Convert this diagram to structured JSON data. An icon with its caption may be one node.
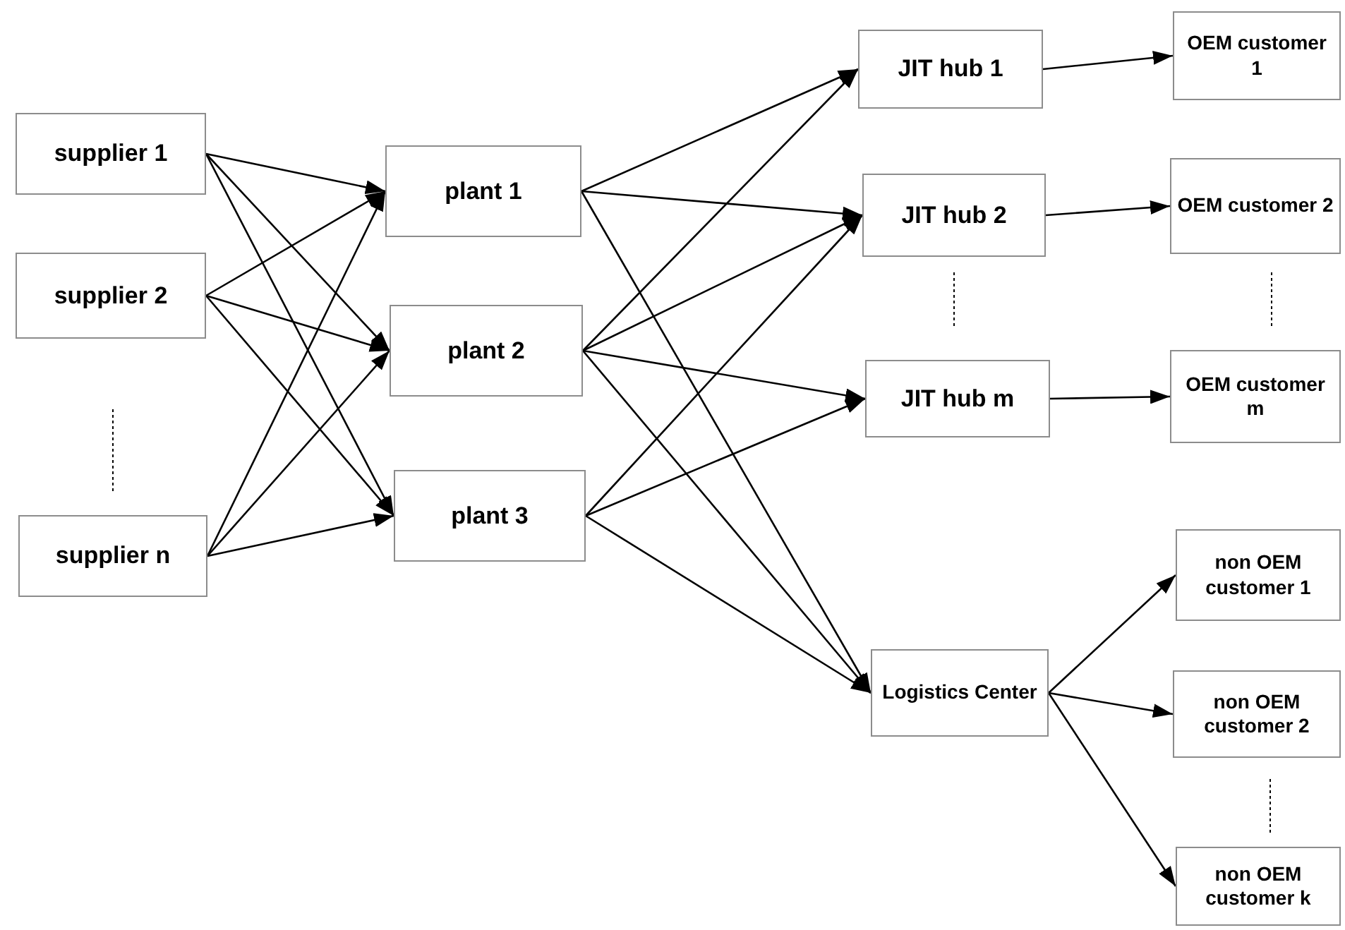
{
  "diagram": {
    "nodes": [
      {
        "text": [
          "supplier 1"
        ]
      },
      {
        "text": [
          "supplier 2"
        ]
      },
      {
        "text": [
          "supplier n"
        ]
      },
      {
        "text": [
          "plant 1"
        ]
      },
      {
        "text": [
          "plant 2"
        ]
      },
      {
        "text": [
          "plant 3"
        ]
      },
      {
        "text": [
          "JIT hub 1"
        ]
      },
      {
        "text": [
          "JIT hub 2"
        ]
      },
      {
        "text": [
          "JIT hub m"
        ]
      },
      {
        "text": [
          "OEM customer 1"
        ]
      },
      {
        "text": [
          "OEM customer 2"
        ]
      },
      {
        "text": [
          "OEM customer m"
        ]
      },
      {
        "text": [
          "Logistics Center"
        ]
      },
      {
        "text": [
          "non OEM customer 1"
        ]
      },
      {
        "text": [
          "non OEM customer 2"
        ]
      },
      {
        "text": [
          "non OEM customer k"
        ]
      }
    ],
    "edges": [
      {
        "from": 0,
        "to": 3,
        "arrow": "to"
      },
      {
        "from": 0,
        "to": 4,
        "arrow": "to"
      },
      {
        "from": 0,
        "to": 5,
        "arrow": "to"
      },
      {
        "from": 1,
        "to": 3,
        "arrow": "to"
      },
      {
        "from": 1,
        "to": 4,
        "arrow": "to"
      },
      {
        "from": 1,
        "to": 5,
        "arrow": "to"
      },
      {
        "from": 2,
        "to": 3,
        "arrow": "to"
      },
      {
        "from": 2,
        "to": 4,
        "arrow": "to"
      },
      {
        "from": 2,
        "to": 5,
        "arrow": "to"
      },
      {
        "from": 3,
        "to": 6,
        "arrow": "to"
      },
      {
        "from": 3,
        "to": 7,
        "arrow": "to"
      },
      {
        "from": 3,
        "to": 12,
        "arrow": "to"
      },
      {
        "from": 4,
        "to": 6,
        "arrow": "to"
      },
      {
        "from": 4,
        "to": 7,
        "arrow": "to"
      },
      {
        "from": 4,
        "to": 8,
        "arrow": "to"
      },
      {
        "from": 4,
        "to": 12,
        "arrow": "to"
      },
      {
        "from": 5,
        "to": 7,
        "arrow": "to"
      },
      {
        "from": 5,
        "to": 8,
        "arrow": "to"
      },
      {
        "from": 5,
        "to": 12,
        "arrow": "to"
      },
      {
        "from": 6,
        "to": 9,
        "arrow": "to"
      },
      {
        "from": 7,
        "to": 10,
        "arrow": "to"
      },
      {
        "from": 8,
        "to": 11,
        "arrow": "to"
      },
      {
        "from": 12,
        "to": 13,
        "arrow": "to"
      },
      {
        "from": 12,
        "to": 14,
        "arrow": "to"
      },
      {
        "from": 12,
        "to": 15,
        "arrow": "to"
      }
    ]
  }
}
